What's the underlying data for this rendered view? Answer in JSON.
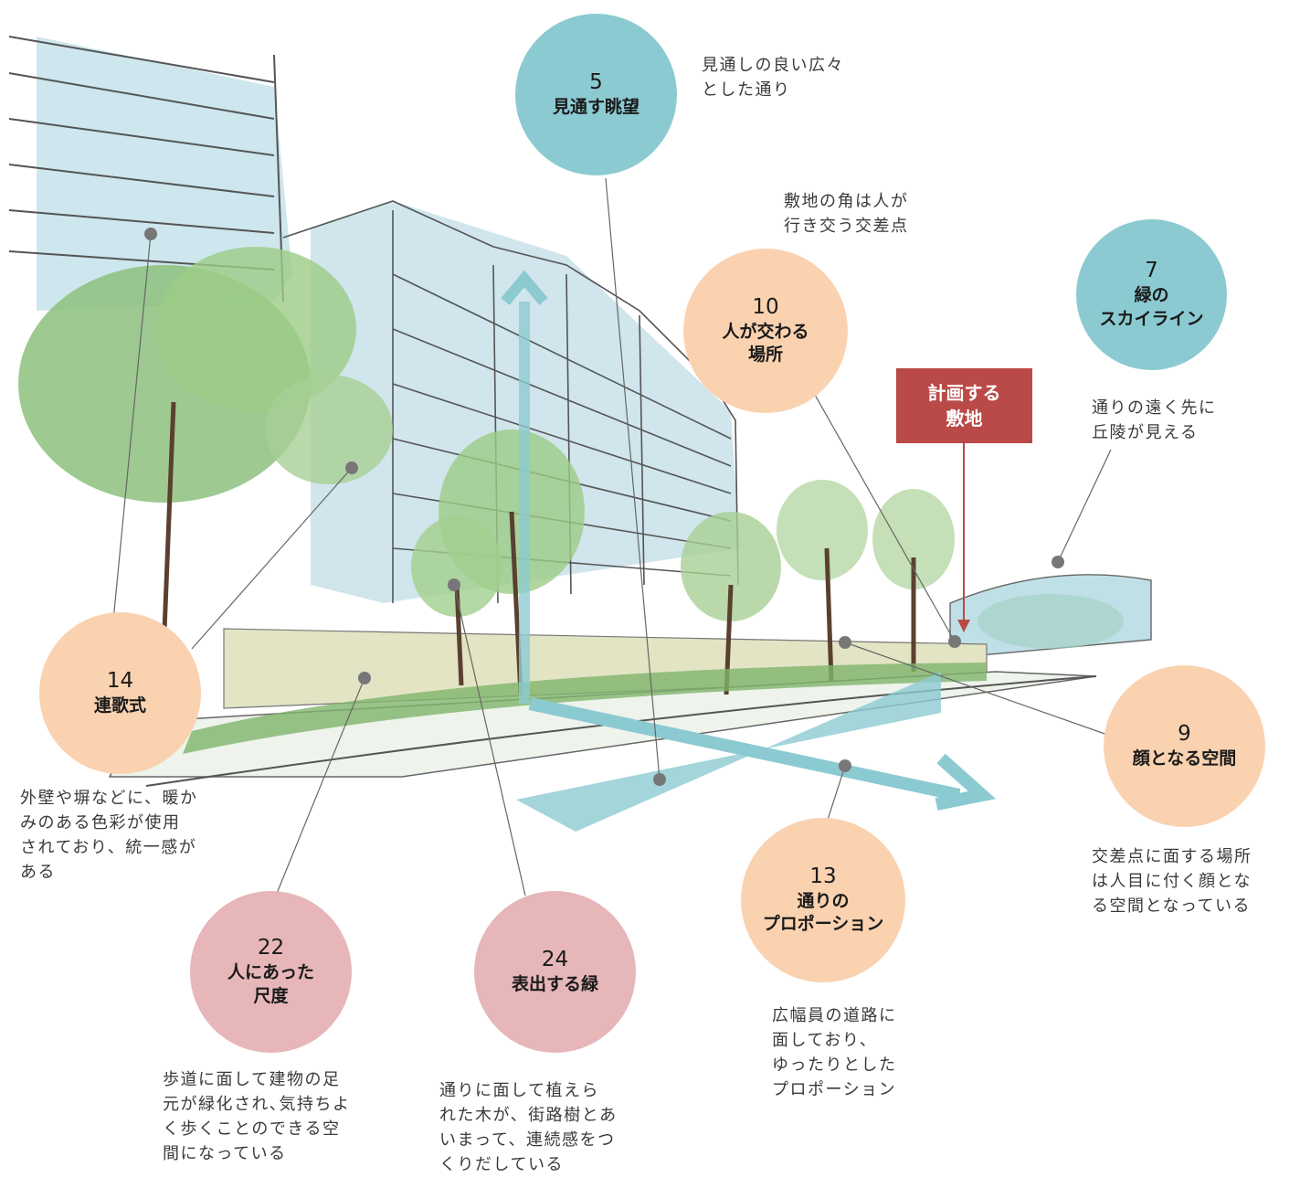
{
  "callouts": [
    {
      "num": "5",
      "title": "見通す眺望",
      "desc": "見通しの良い広々\nとした通り",
      "color": "#8ccad2"
    },
    {
      "num": "10",
      "title": "人が交わる\n場所",
      "desc": "敷地の角は人が\n行き交う交差点",
      "color": "#fad2b0"
    },
    {
      "num": "7",
      "title": "緑の\nスカイライン",
      "desc": "通りの遠く先に\n丘陵が見える",
      "color": "#8ccad2"
    },
    {
      "num": "14",
      "title": "連歌式",
      "desc": "外壁や塀などに、暖か\nみのある色彩が使用\nされており、統一感が\nある",
      "color": "#fad2b0"
    },
    {
      "num": "9",
      "title": "顔となる空間",
      "desc": "交差点に面する場所\nは人目に付く顔とな\nる空間となっている",
      "color": "#fad2b0"
    },
    {
      "num": "13",
      "title": "通りの\nプロポーション",
      "desc": "広幅員の道路に\n面しており、\nゆったりとした\nプロポーション",
      "color": "#fad2b0"
    },
    {
      "num": "22",
      "title": "人にあった\n尺度",
      "desc": "歩道に面して建物の足\n元が緑化され､気持ちよ\nく歩くことのできる空\n間になっている",
      "color": "#e6b6b8"
    },
    {
      "num": "24",
      "title": "表出する緑",
      "desc": "通りに面して植えら\nれた木が、街路樹とあ\nいまって、連続感をつ\nくりだしている",
      "color": "#e6b6b8"
    }
  ],
  "site_label": "計画する\n敷地",
  "site_label_color": "#b94a48",
  "arrow_color": "#8ccad2"
}
